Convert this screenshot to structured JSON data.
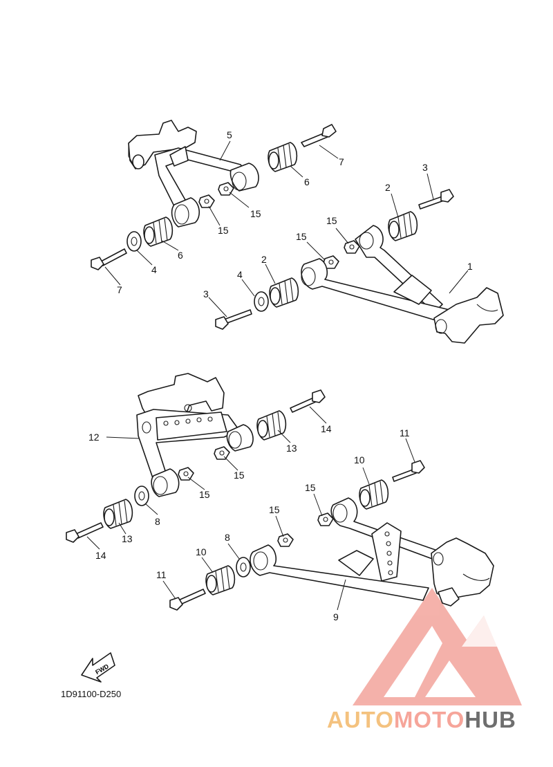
{
  "diagram": {
    "code": "1D91100-D250",
    "fwd_label": "FWD",
    "upper_group": {
      "callouts": [
        "1",
        "2",
        "2",
        "3",
        "3",
        "4",
        "4",
        "5",
        "6",
        "6",
        "7",
        "7",
        "15",
        "15",
        "15",
        "15"
      ]
    },
    "lower_group": {
      "callouts": [
        "8",
        "8",
        "9",
        "10",
        "10",
        "11",
        "11",
        "12",
        "13",
        "13",
        "14",
        "14",
        "15",
        "15",
        "15",
        "15"
      ]
    }
  },
  "watermark": {
    "part1": "AUTO",
    "part2": "MOTO",
    "part3": "HUB",
    "color1": "#f4c27f",
    "color2": "#f6a59a",
    "color3": "#6e6e6e",
    "logo_color": "#f08c82"
  }
}
